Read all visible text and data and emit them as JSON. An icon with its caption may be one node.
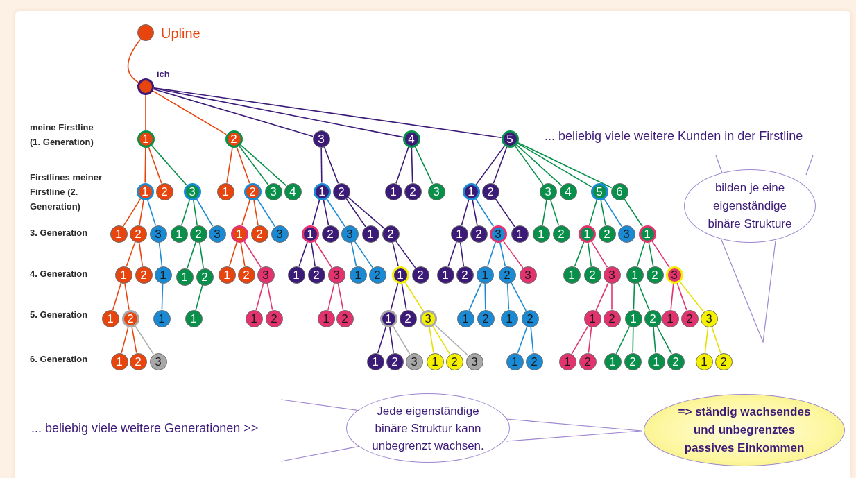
{
  "diagram": {
    "nodes": [
      {
        "text": [],
        "shape": "circle",
        "beside": [
          "Upline"
        ]
      },
      {
        "text": [],
        "shape": "circle",
        "beside": [
          "ich"
        ]
      },
      {
        "text": [
          "1"
        ]
      },
      {
        "text": [
          "2"
        ]
      },
      {
        "text": [
          "3"
        ]
      },
      {
        "text": [
          "4"
        ]
      },
      {
        "text": [
          "5"
        ]
      },
      {
        "text": [
          "1"
        ]
      },
      {
        "text": [
          "2"
        ]
      },
      {
        "text": [
          "3"
        ]
      },
      {
        "text": [
          "1"
        ]
      },
      {
        "text": [
          "2"
        ]
      },
      {
        "text": [
          "3"
        ]
      },
      {
        "text": [
          "1"
        ]
      },
      {
        "text": [
          "2"
        ]
      },
      {
        "text": [
          "3"
        ]
      },
      {
        "text": [
          "1"
        ]
      },
      {
        "text": [
          "2"
        ]
      },
      {
        "text": [
          "1"
        ]
      },
      {
        "text": [
          "1"
        ]
      },
      {
        "text": [
          "2"
        ]
      },
      {
        "text": [
          "1"
        ]
      },
      {
        "text": [
          "2"
        ]
      },
      {
        "text": [
          "1"
        ]
      },
      {
        "text": [
          "1"
        ]
      },
      {
        "text": [
          "1"
        ]
      },
      {
        "text": [
          "2"
        ]
      },
      {
        "text": [
          "3"
        ]
      },
      {
        "text": [
          "1"
        ]
      },
      {
        "text": [
          "2"
        ]
      },
      {
        "text": [
          "3"
        ]
      },
      {
        "text": [
          "4"
        ]
      },
      {
        "text": [
          "1"
        ]
      },
      {
        "text": [
          "2"
        ]
      },
      {
        "text": [
          "3"
        ]
      },
      {
        "text": [
          "1"
        ]
      },
      {
        "text": [
          "2"
        ]
      },
      {
        "text": [
          "3"
        ]
      },
      {
        "text": [
          "1"
        ]
      },
      {
        "text": [
          "2"
        ]
      },
      {
        "text": [
          "1"
        ]
      },
      {
        "text": [
          "2"
        ]
      },
      {
        "text": [
          "1"
        ]
      },
      {
        "text": [
          "2"
        ]
      },
      {
        "text": [
          "3"
        ]
      },
      {
        "text": [
          "1"
        ]
      },
      {
        "text": [
          "2"
        ]
      },
      {
        "text": [
          "1"
        ]
      },
      {
        "text": [
          "2"
        ]
      },
      {
        "text": [
          "3"
        ]
      },
      {
        "text": [
          "1"
        ]
      },
      {
        "text": [
          "2"
        ]
      },
      {
        "text": [
          "1"
        ]
      },
      {
        "text": [
          "2"
        ]
      },
      {
        "text": [
          "1"
        ]
      },
      {
        "text": [
          "2"
        ]
      },
      {
        "text": [
          "1"
        ]
      },
      {
        "text": [
          "2"
        ]
      },
      {
        "text": [
          "3"
        ]
      },
      {
        "text": [
          "1"
        ]
      },
      {
        "text": [
          "2"
        ]
      },
      {
        "text": [
          "3"
        ]
      },
      {
        "text": [
          "1"
        ]
      },
      {
        "text": [
          "2"
        ]
      },
      {
        "text": [
          "3"
        ]
      },
      {
        "text": [
          "1"
        ]
      },
      {
        "text": [
          "2"
        ]
      },
      {
        "text": [
          "3"
        ]
      },
      {
        "text": [
          "1"
        ]
      },
      {
        "text": [
          "2"
        ]
      },
      {
        "text": [
          "3"
        ]
      },
      {
        "text": [
          "4"
        ]
      },
      {
        "text": [
          "5"
        ]
      },
      {
        "text": [
          "6"
        ]
      },
      {
        "text": [
          "1"
        ]
      },
      {
        "text": [
          "2"
        ]
      },
      {
        "text": [
          "3"
        ]
      },
      {
        "text": [
          "1"
        ]
      },
      {
        "text": [
          "1"
        ]
      },
      {
        "text": [
          "2"
        ]
      },
      {
        "text": [
          "1"
        ]
      },
      {
        "text": [
          "2"
        ]
      },
      {
        "text": [
          "3"
        ]
      },
      {
        "text": [
          "1"
        ]
      },
      {
        "text": [
          "1"
        ]
      },
      {
        "text": [
          "2"
        ]
      },
      {
        "text": [
          "1"
        ]
      },
      {
        "text": [
          "2"
        ]
      },
      {
        "text": [
          "3"
        ]
      },
      {
        "text": [
          "1"
        ]
      },
      {
        "text": [
          "2"
        ]
      },
      {
        "text": [
          "3"
        ]
      },
      {
        "text": [
          "1"
        ]
      },
      {
        "text": [
          "2"
        ]
      },
      {
        "text": [
          "3"
        ]
      },
      {
        "text": [
          "1"
        ]
      },
      {
        "text": [
          "2"
        ]
      },
      {
        "text": [
          "1"
        ]
      },
      {
        "text": [
          "2"
        ]
      },
      {
        "text": [
          "1"
        ]
      },
      {
        "text": [
          "2"
        ]
      },
      {
        "text": [
          "1"
        ]
      },
      {
        "text": [
          "2"
        ]
      },
      {
        "text": [
          "1"
        ]
      },
      {
        "text": [
          "2"
        ]
      },
      {
        "text": [
          "3"
        ]
      },
      {
        "text": [
          "1"
        ]
      },
      {
        "text": [
          "2"
        ]
      },
      {
        "text": [
          "1"
        ]
      },
      {
        "text": [
          "2"
        ]
      },
      {
        "text": [
          "1"
        ]
      },
      {
        "text": [
          "2"
        ]
      },
      {
        "text": [
          "1"
        ]
      },
      {
        "text": [
          "2"
        ]
      },
      {
        "text": [
          "1"
        ]
      },
      {
        "text": [
          "2"
        ]
      },
      {
        "text": [
          "bilden je eine eigenständige binäre Strukture"
        ]
      },
      {
        "text": [
          "Jede eigenständige binäre Struktur kann unbegrenzt wachsen."
        ]
      },
      {
        "text": [
          "=> ständig wachsendes und unbegrenztes passives Einkommen"
        ]
      }
    ],
    "edges": [
      {
        "from": 0,
        "to": 1,
        "arrow": "none",
        "color": "#e8450e"
      },
      {
        "from": 1,
        "to": 2,
        "arrow": "none",
        "color": "#e8450e"
      },
      {
        "from": 1,
        "to": 3,
        "arrow": "none",
        "color": "#e8450e"
      },
      {
        "from": 1,
        "to": 4,
        "arrow": "none",
        "color": "#3b1a78"
      },
      {
        "from": 1,
        "to": 5,
        "arrow": "none",
        "color": "#3b1a78"
      },
      {
        "from": 1,
        "to": 6,
        "arrow": "none",
        "color": "#3b1a78"
      },
      {
        "from": 2,
        "to": 7,
        "arrow": "none",
        "color": "#e8450e"
      },
      {
        "from": 2,
        "to": 8,
        "arrow": "none",
        "color": "#e8450e"
      },
      {
        "from": 2,
        "to": 9,
        "arrow": "none",
        "color": "#08904a"
      },
      {
        "from": 7,
        "to": 10,
        "arrow": "none",
        "color": "#e8450e"
      },
      {
        "from": 7,
        "to": 11,
        "arrow": "none",
        "color": "#e8450e"
      },
      {
        "from": 7,
        "to": 12,
        "arrow": "none",
        "color": "#1a8ad4"
      },
      {
        "from": 9,
        "to": 13,
        "arrow": "none",
        "color": "#08904a"
      },
      {
        "from": 9,
        "to": 14,
        "arrow": "none",
        "color": "#08904a"
      },
      {
        "from": 9,
        "to": 15,
        "arrow": "none",
        "color": "#1a8ad4"
      },
      {
        "from": 11,
        "to": 16,
        "arrow": "none",
        "color": "#e8450e"
      },
      {
        "from": 11,
        "to": 17,
        "arrow": "none",
        "color": "#e8450e"
      },
      {
        "from": 12,
        "to": 18,
        "arrow": "none",
        "color": "#1a8ad4"
      },
      {
        "from": 14,
        "to": 19,
        "arrow": "none",
        "color": "#08904a"
      },
      {
        "from": 14,
        "to": 20,
        "arrow": "none",
        "color": "#08904a"
      },
      {
        "from": 16,
        "to": 21,
        "arrow": "none",
        "color": "#e8450e"
      },
      {
        "from": 16,
        "to": 22,
        "arrow": "none",
        "color": "#e8450e"
      },
      {
        "from": 18,
        "to": 23,
        "arrow": "none",
        "color": "#1a8ad4"
      },
      {
        "from": 20,
        "to": 24,
        "arrow": "none",
        "color": "#08904a"
      },
      {
        "from": 22,
        "to": 25,
        "arrow": "none",
        "color": "#e8450e"
      },
      {
        "from": 22,
        "to": 26,
        "arrow": "none",
        "color": "#e8450e"
      },
      {
        "from": 22,
        "to": 27,
        "arrow": "none",
        "color": "#b0b0b0"
      },
      {
        "from": 3,
        "to": 28,
        "arrow": "none",
        "color": "#e8450e"
      },
      {
        "from": 3,
        "to": 29,
        "arrow": "none",
        "color": "#e8450e"
      },
      {
        "from": 3,
        "to": 30,
        "arrow": "none",
        "color": "#08904a"
      },
      {
        "from": 3,
        "to": 31,
        "arrow": "none",
        "color": "#08904a"
      },
      {
        "from": 29,
        "to": 32,
        "arrow": "none",
        "color": "#e8450e"
      },
      {
        "from": 29,
        "to": 33,
        "arrow": "none",
        "color": "#e8450e"
      },
      {
        "from": 29,
        "to": 34,
        "arrow": "none",
        "color": "#1a8ad4"
      },
      {
        "from": 32,
        "to": 35,
        "arrow": "none",
        "color": "#e8450e"
      },
      {
        "from": 32,
        "to": 36,
        "arrow": "none",
        "color": "#e8450e"
      },
      {
        "from": 32,
        "to": 37,
        "arrow": "none",
        "color": "#e2336f"
      },
      {
        "from": 37,
        "to": 38,
        "arrow": "none",
        "color": "#e2336f"
      },
      {
        "from": 37,
        "to": 39,
        "arrow": "none",
        "color": "#e2336f"
      },
      {
        "from": 4,
        "to": 40,
        "arrow": "none",
        "color": "#3b1a78"
      },
      {
        "from": 4,
        "to": 41,
        "arrow": "none",
        "color": "#3b1a78"
      },
      {
        "from": 40,
        "to": 42,
        "arrow": "none",
        "color": "#3b1a78"
      },
      {
        "from": 40,
        "to": 43,
        "arrow": "none",
        "color": "#3b1a78"
      },
      {
        "from": 40,
        "to": 44,
        "arrow": "none",
        "color": "#1a8ad4"
      },
      {
        "from": 41,
        "to": 45,
        "arrow": "none",
        "color": "#3b1a78"
      },
      {
        "from": 41,
        "to": 46,
        "arrow": "none",
        "color": "#3b1a78"
      },
      {
        "from": 42,
        "to": 47,
        "arrow": "none",
        "color": "#3b1a78"
      },
      {
        "from": 42,
        "to": 48,
        "arrow": "none",
        "color": "#3b1a78"
      },
      {
        "from": 42,
        "to": 49,
        "arrow": "none",
        "color": "#e2336f"
      },
      {
        "from": 44,
        "to": 50,
        "arrow": "none",
        "color": "#1a8ad4"
      },
      {
        "from": 44,
        "to": 51,
        "arrow": "none",
        "color": "#1a8ad4"
      },
      {
        "from": 46,
        "to": 52,
        "arrow": "none",
        "color": "#3b1a78"
      },
      {
        "from": 46,
        "to": 53,
        "arrow": "none",
        "color": "#3b1a78"
      },
      {
        "from": 49,
        "to": 54,
        "arrow": "none",
        "color": "#e2336f"
      },
      {
        "from": 49,
        "to": 55,
        "arrow": "none",
        "color": "#e2336f"
      },
      {
        "from": 52,
        "to": 56,
        "arrow": "none",
        "color": "#3b1a78"
      },
      {
        "from": 52,
        "to": 57,
        "arrow": "none",
        "color": "#3b1a78"
      },
      {
        "from": 52,
        "to": 58,
        "arrow": "none",
        "color": "#e6e000"
      },
      {
        "from": 56,
        "to": 59,
        "arrow": "none",
        "color": "#3b1a78"
      },
      {
        "from": 56,
        "to": 60,
        "arrow": "none",
        "color": "#3b1a78"
      },
      {
        "from": 56,
        "to": 61,
        "arrow": "none",
        "color": "#b0b0b0"
      },
      {
        "from": 58,
        "to": 62,
        "arrow": "none",
        "color": "#e6e000"
      },
      {
        "from": 58,
        "to": 63,
        "arrow": "none",
        "color": "#e6e000"
      },
      {
        "from": 58,
        "to": 64,
        "arrow": "none",
        "color": "#b0b0b0"
      },
      {
        "from": 5,
        "to": 65,
        "arrow": "none",
        "color": "#3b1a78"
      },
      {
        "from": 5,
        "to": 66,
        "arrow": "none",
        "color": "#3b1a78"
      },
      {
        "from": 5,
        "to": 67,
        "arrow": "none",
        "color": "#08904a"
      },
      {
        "from": 6,
        "to": 68,
        "arrow": "none",
        "color": "#3b1a78"
      },
      {
        "from": 6,
        "to": 69,
        "arrow": "none",
        "color": "#3b1a78"
      },
      {
        "from": 6,
        "to": 70,
        "arrow": "none",
        "color": "#08904a"
      },
      {
        "from": 6,
        "to": 71,
        "arrow": "none",
        "color": "#08904a"
      },
      {
        "from": 6,
        "to": 72,
        "arrow": "none",
        "color": "#08904a"
      },
      {
        "from": 6,
        "to": 73,
        "arrow": "none",
        "color": "#08904a"
      },
      {
        "from": 68,
        "to": 74,
        "arrow": "none",
        "color": "#3b1a78"
      },
      {
        "from": 68,
        "to": 75,
        "arrow": "none",
        "color": "#3b1a78"
      },
      {
        "from": 68,
        "to": 76,
        "arrow": "none",
        "color": "#1a8ad4"
      },
      {
        "from": 69,
        "to": 77,
        "arrow": "none",
        "color": "#3b1a78"
      },
      {
        "from": 70,
        "to": 78,
        "arrow": "none",
        "color": "#08904a"
      },
      {
        "from": 70,
        "to": 79,
        "arrow": "none",
        "color": "#08904a"
      },
      {
        "from": 72,
        "to": 80,
        "arrow": "none",
        "color": "#08904a"
      },
      {
        "from": 72,
        "to": 81,
        "arrow": "none",
        "color": "#08904a"
      },
      {
        "from": 72,
        "to": 82,
        "arrow": "none",
        "color": "#1a8ad4"
      },
      {
        "from": 73,
        "to": 83,
        "arrow": "none",
        "color": "#08904a"
      },
      {
        "from": 74,
        "to": 84,
        "arrow": "none",
        "color": "#3b1a78"
      },
      {
        "from": 74,
        "to": 85,
        "arrow": "none",
        "color": "#3b1a78"
      },
      {
        "from": 76,
        "to": 86,
        "arrow": "none",
        "color": "#1a8ad4"
      },
      {
        "from": 76,
        "to": 87,
        "arrow": "none",
        "color": "#1a8ad4"
      },
      {
        "from": 76,
        "to": 88,
        "arrow": "none",
        "color": "#e2336f"
      },
      {
        "from": 80,
        "to": 89,
        "arrow": "none",
        "color": "#08904a"
      },
      {
        "from": 80,
        "to": 90,
        "arrow": "none",
        "color": "#08904a"
      },
      {
        "from": 80,
        "to": 91,
        "arrow": "none",
        "color": "#e2336f"
      },
      {
        "from": 83,
        "to": 92,
        "arrow": "none",
        "color": "#08904a"
      },
      {
        "from": 83,
        "to": 93,
        "arrow": "none",
        "color": "#08904a"
      },
      {
        "from": 83,
        "to": 94,
        "arrow": "none",
        "color": "#e2336f"
      },
      {
        "from": 86,
        "to": 95,
        "arrow": "none",
        "color": "#1a8ad4"
      },
      {
        "from": 86,
        "to": 96,
        "arrow": "none",
        "color": "#1a8ad4"
      },
      {
        "from": 87,
        "to": 97,
        "arrow": "none",
        "color": "#1a8ad4"
      },
      {
        "from": 87,
        "to": 98,
        "arrow": "none",
        "color": "#1a8ad4"
      },
      {
        "from": 91,
        "to": 99,
        "arrow": "none",
        "color": "#e2336f"
      },
      {
        "from": 91,
        "to": 100,
        "arrow": "none",
        "color": "#e2336f"
      },
      {
        "from": 92,
        "to": 101,
        "arrow": "none",
        "color": "#08904a"
      },
      {
        "from": 92,
        "to": 102,
        "arrow": "none",
        "color": "#08904a"
      },
      {
        "from": 94,
        "to": 103,
        "arrow": "none",
        "color": "#e2336f"
      },
      {
        "from": 94,
        "to": 104,
        "arrow": "none",
        "color": "#e2336f"
      },
      {
        "from": 94,
        "to": 105,
        "arrow": "none",
        "color": "#e6e000"
      },
      {
        "from": 98,
        "to": 106,
        "arrow": "none",
        "color": "#1a8ad4"
      },
      {
        "from": 98,
        "to": 107,
        "arrow": "none",
        "color": "#1a8ad4"
      },
      {
        "from": 99,
        "to": 108,
        "arrow": "none",
        "color": "#e2336f"
      },
      {
        "from": 99,
        "to": 109,
        "arrow": "none",
        "color": "#e2336f"
      },
      {
        "from": 101,
        "to": 110,
        "arrow": "none",
        "color": "#08904a"
      },
      {
        "from": 101,
        "to": 111,
        "arrow": "none",
        "color": "#08904a"
      },
      {
        "from": 102,
        "to": 112,
        "arrow": "none",
        "color": "#08904a"
      },
      {
        "from": 102,
        "to": 113,
        "arrow": "none",
        "color": "#08904a"
      },
      {
        "from": 105,
        "to": 114,
        "arrow": "none",
        "color": "#e6e000"
      },
      {
        "from": 105,
        "to": 115,
        "arrow": "none",
        "color": "#e6e000"
      }
    ],
    "labels": [
      "meine Firstline (1. Generation)",
      "... beliebig viele weitere Kunden in der Firstline",
      "Firstlines meiner Firstline (2. Generation)",
      "3. Generation",
      "4. Generation",
      "5. Generation",
      "6. Generation",
      "... beliebig viele weitere Generationen >>"
    ]
  }
}
